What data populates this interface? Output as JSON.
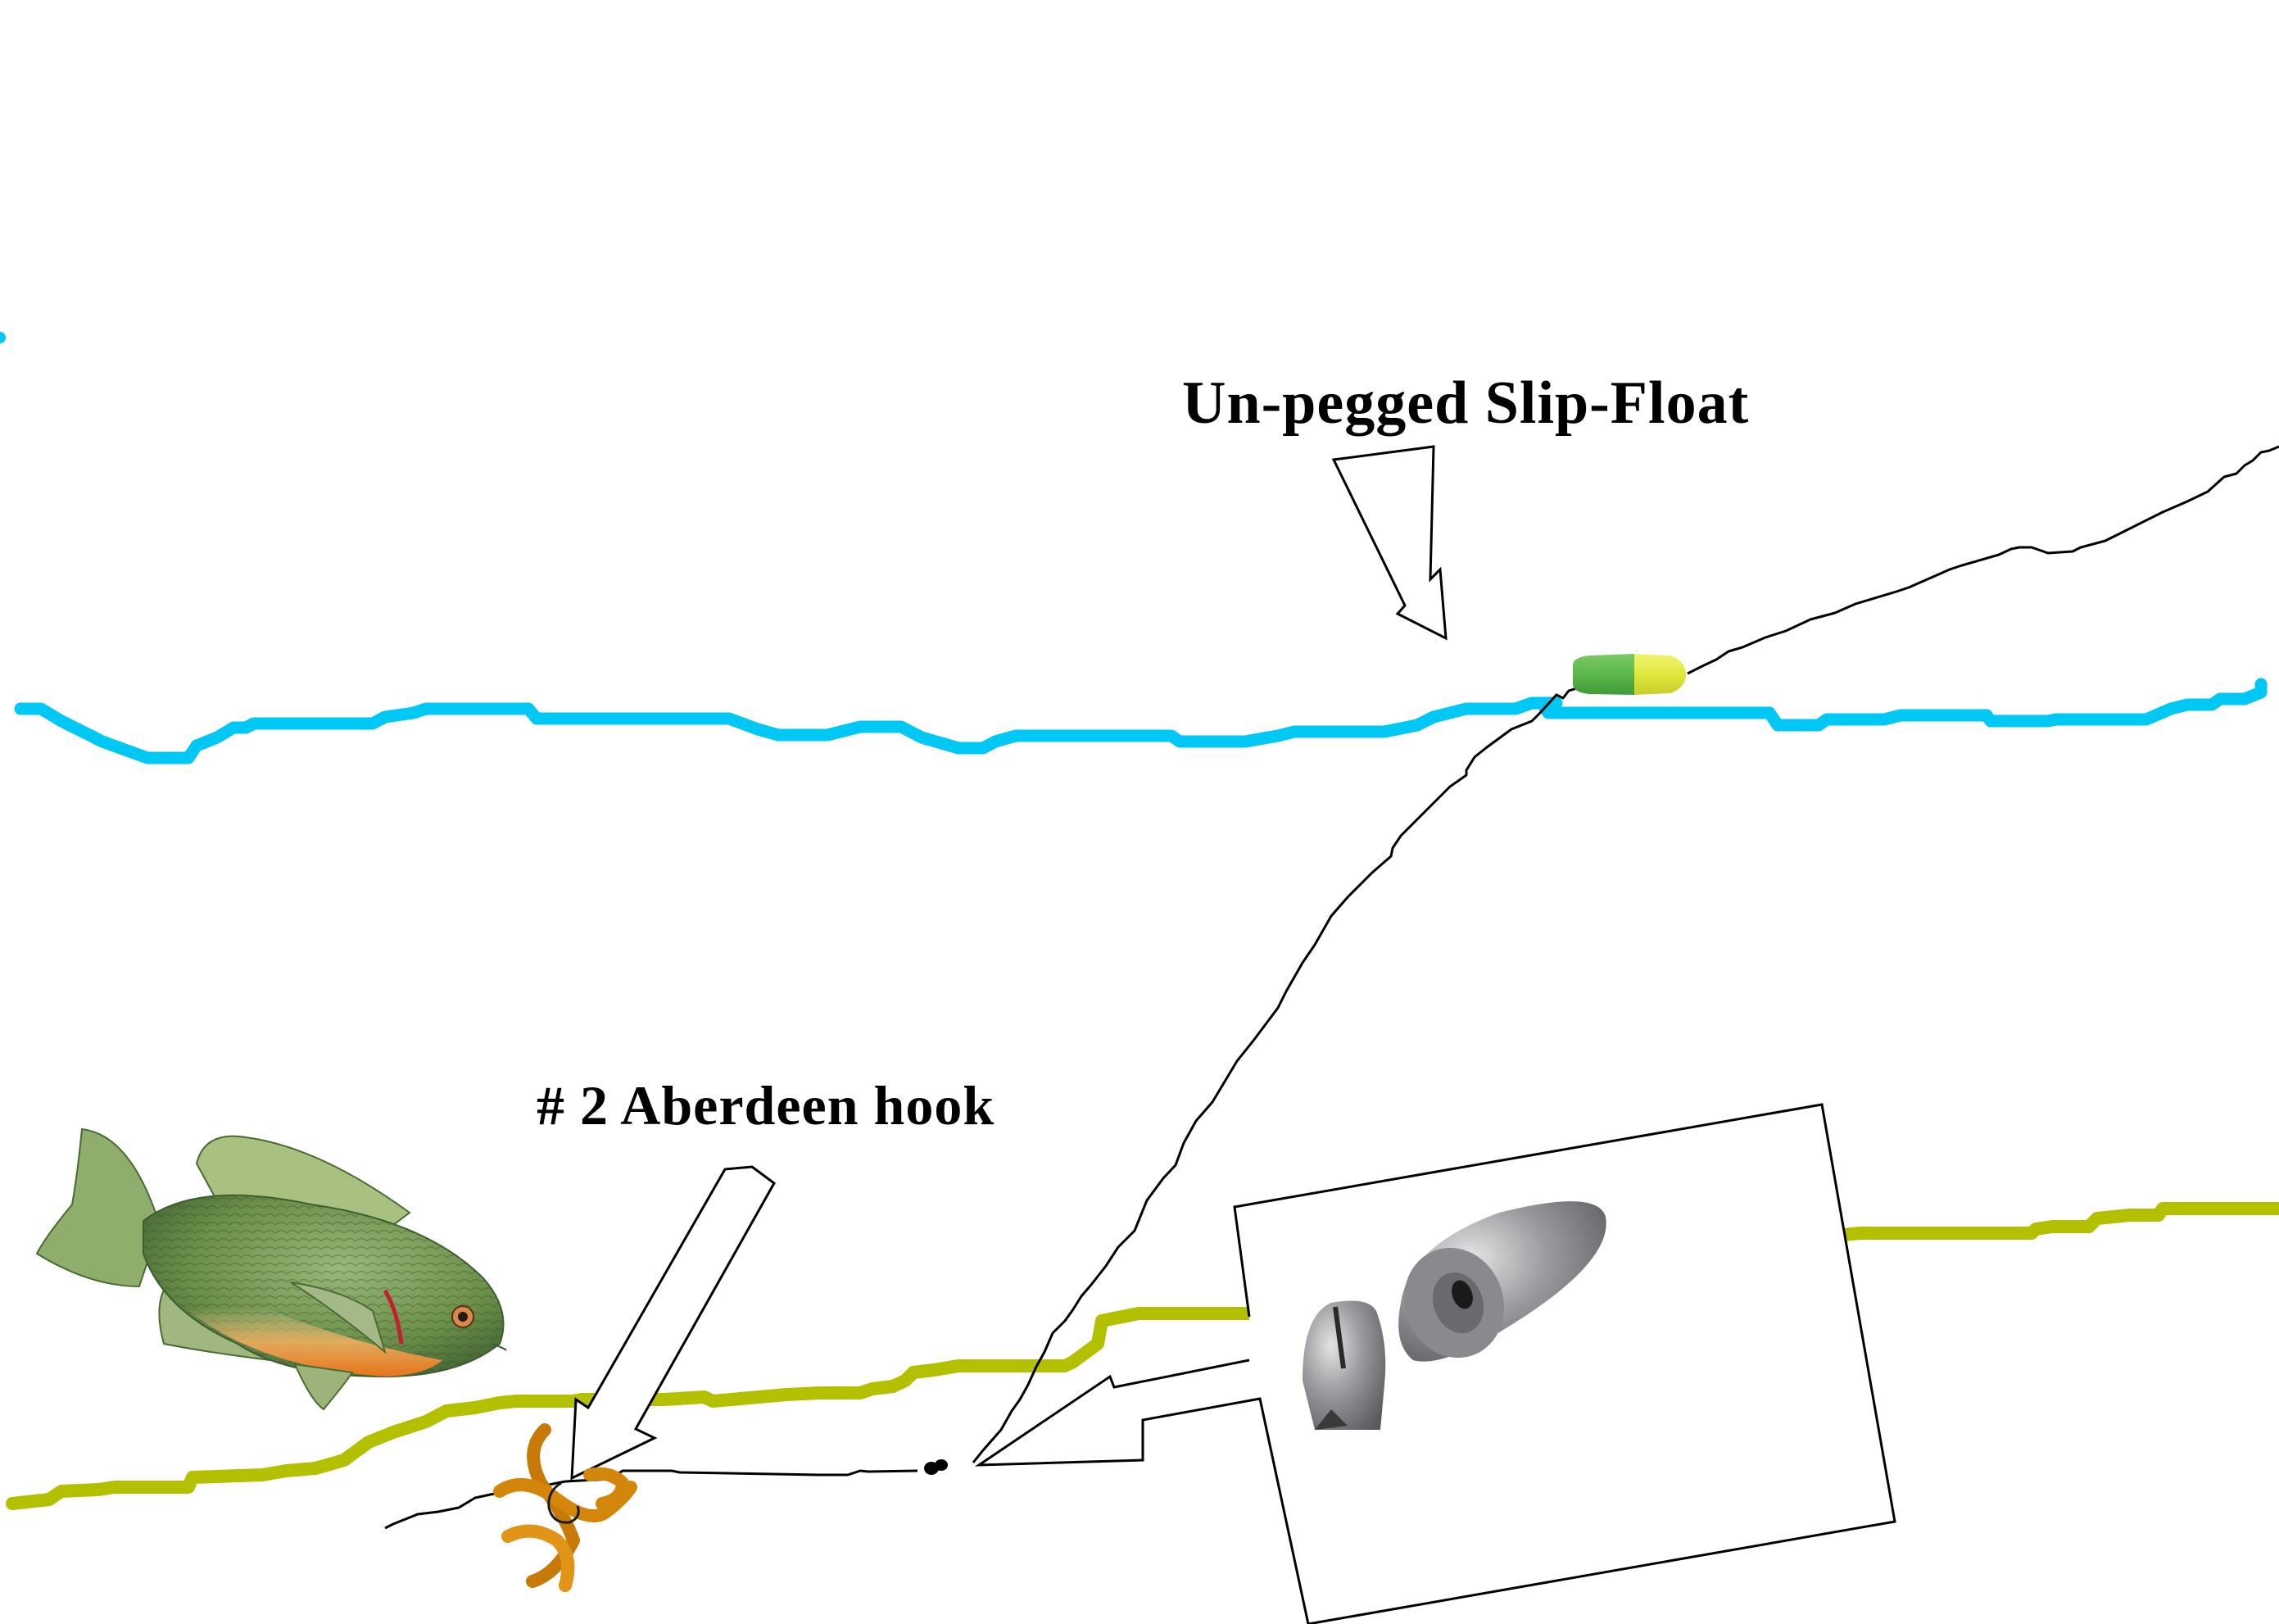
{
  "diagram": {
    "type": "fishing-rig-illustration",
    "labels": {
      "float": "Un-pegged Slip-Float",
      "hook": "# 2 Aberdeen hook"
    },
    "elements": [
      {
        "id": "water-surface",
        "kind": "line",
        "description": "water surface"
      },
      {
        "id": "lake-bottom",
        "kind": "line",
        "description": "lake bottom"
      },
      {
        "id": "fishing-line",
        "kind": "line",
        "description": "main fishing line running from above surface through float to bottom"
      },
      {
        "id": "slip-float",
        "kind": "object",
        "description": "green and yellow slip float at the surface"
      },
      {
        "id": "split-shot",
        "kind": "object",
        "description": "two small black split-shot weights on line"
      },
      {
        "id": "worm-bait",
        "kind": "object",
        "description": "worm bait on hook"
      },
      {
        "id": "bluegill-fish",
        "kind": "object",
        "description": "sunfish illustration"
      },
      {
        "id": "sinker-callout",
        "kind": "callout",
        "description": "callout box showing split-shot and bullet sinker weights"
      }
    ],
    "colors": {
      "water": "#00c8f5",
      "bottom": "#b2c000",
      "line": "#000000",
      "float_green": "#5cb84a",
      "float_yellow": "#e0e83c",
      "worm": "#d4860a",
      "fish_body": "#6c8f4a",
      "fish_belly": "#f08a2a",
      "sinker": "#8a8a8e"
    }
  }
}
